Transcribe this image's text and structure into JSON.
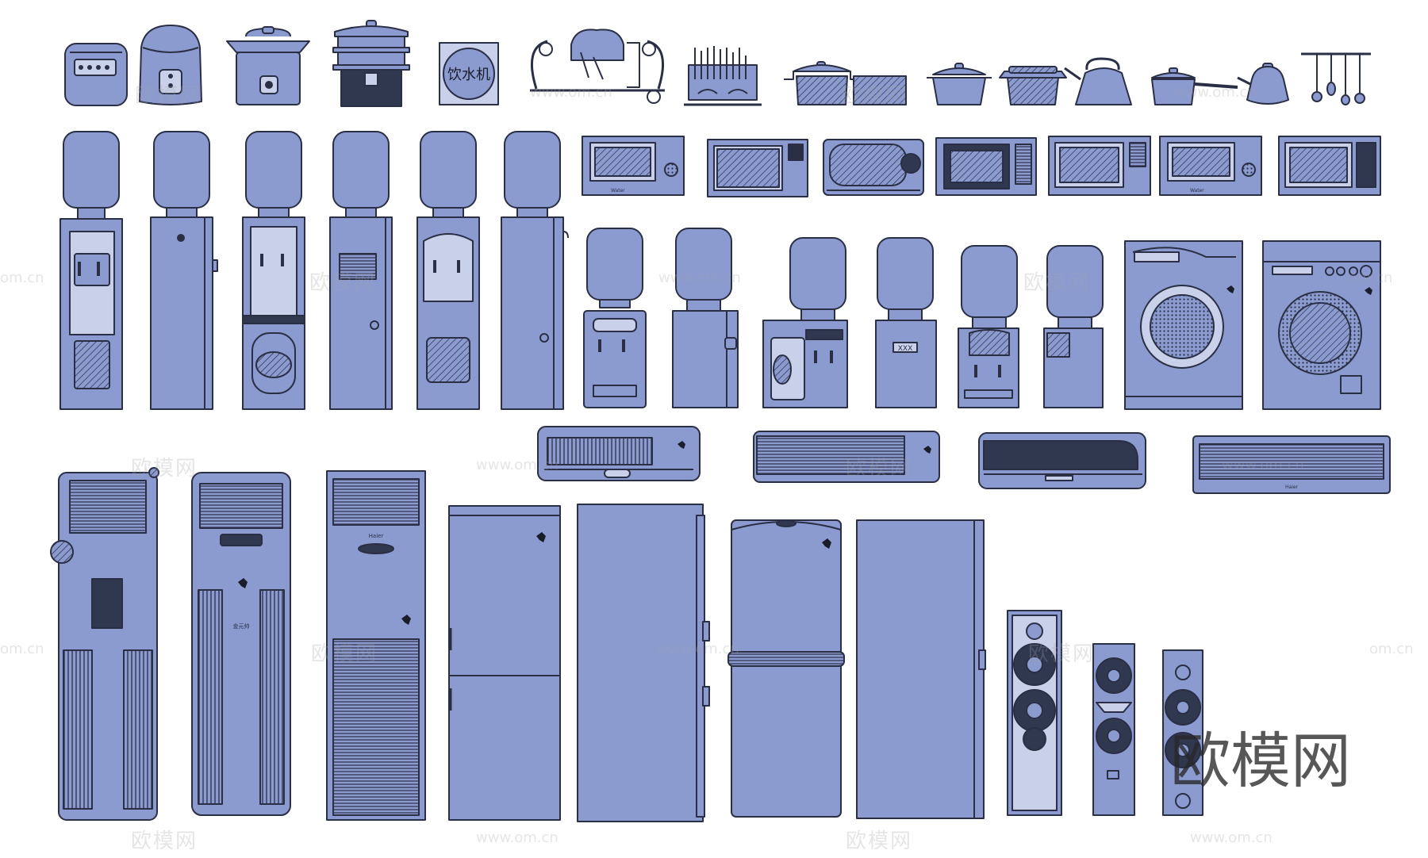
{
  "colors": {
    "fill": "#8b9bd0",
    "fill_dark": "#6f7fb6",
    "stroke": "#2a2f45",
    "panel": "#c9d0ea",
    "background": "#ffffff"
  },
  "labels": {
    "dispenser_sign": "饮水机",
    "brand_haier": "Haier",
    "brand_jindi": "金元帅",
    "brand_water": "Water",
    "brand_water_2": "Water",
    "ac_brand": "Haier",
    "display_code": "XXX"
  },
  "watermark": {
    "cn": "欧模网",
    "url": "www.om.cn",
    "url_short": "om.cn",
    "big": "欧模网"
  }
}
